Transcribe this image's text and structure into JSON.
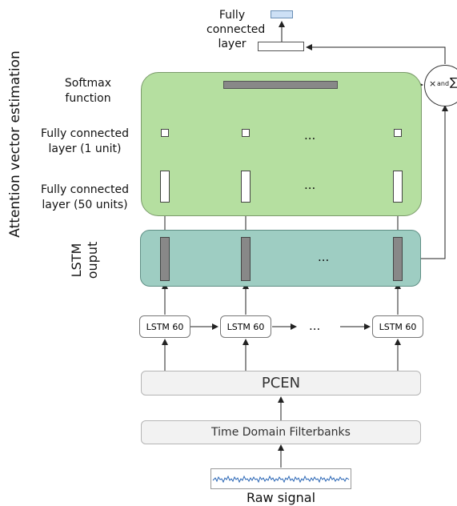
{
  "top": {
    "output_label": "Fully\nconnected\nlayer"
  },
  "attention": {
    "side_label": "Attention vector estimation",
    "softmax_label": "Softmax\nfunction",
    "fc1_label": "Fully connected\nlayer (1 unit)",
    "fc50_label": "Fully connected\nlayer (50 units)",
    "ellipsis": "..."
  },
  "lstm_output": {
    "label": "LSTM\nouput",
    "ellipsis": "..."
  },
  "lstm_cells": {
    "cells": [
      "LSTM 60",
      "LSTM 60",
      "LSTM 60"
    ],
    "ellipsis": "..."
  },
  "operator": {
    "times_sym": "×",
    "and_text": "and",
    "sum_sym": "∑"
  },
  "pcen": {
    "label": "PCEN"
  },
  "filterbanks": {
    "label": "Time Domain Filterbanks"
  },
  "input": {
    "label": "Raw signal"
  },
  "colors": {
    "attention_fill": "#b5dfa0",
    "lstm_output_fill": "#9ecdc2",
    "bar_gray": "#888888",
    "signal_blue": "#2a66b5"
  }
}
